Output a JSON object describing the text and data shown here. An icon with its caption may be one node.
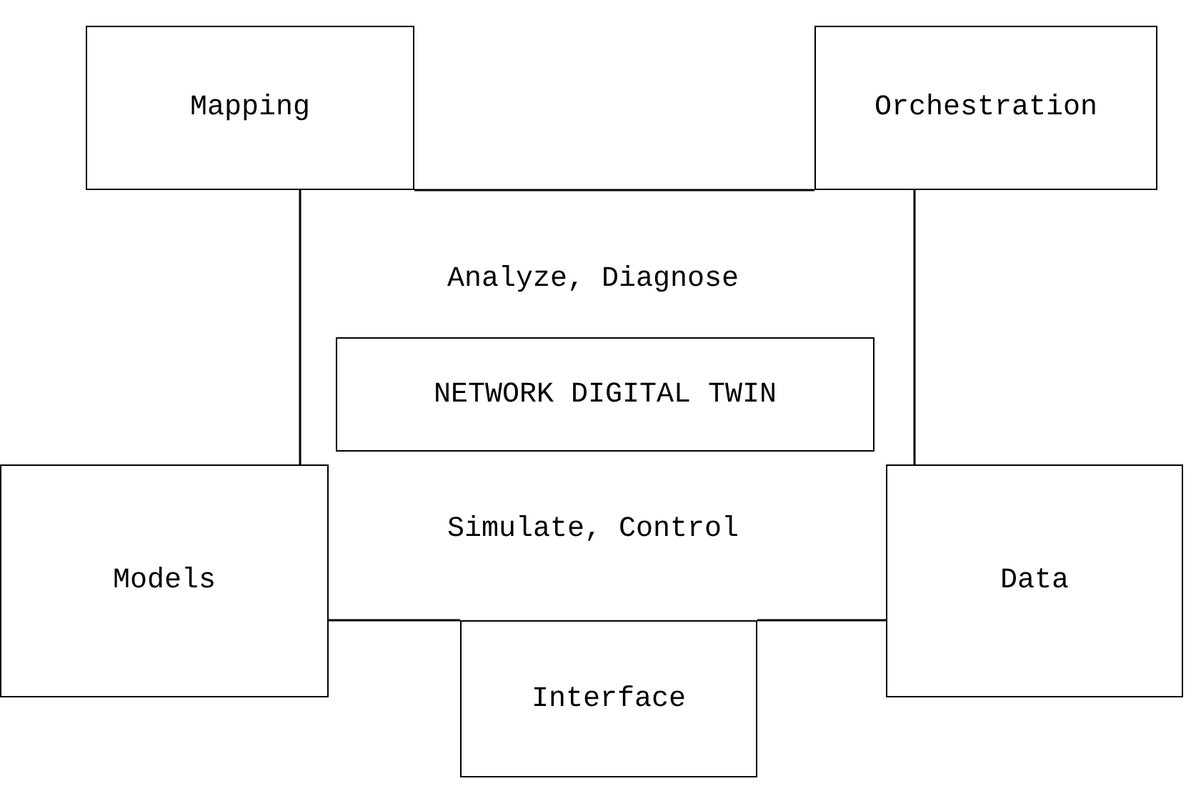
{
  "diagram": {
    "nodes": [
      {
        "text": [
          "Mapping"
        ]
      },
      {
        "text": [
          "Orchestration"
        ]
      },
      {
        "text": [
          "NETWORK DIGITAL TWIN"
        ]
      },
      {
        "text": [
          "Models"
        ]
      },
      {
        "text": [
          "Data"
        ]
      },
      {
        "text": [
          "Interface"
        ]
      }
    ],
    "edges": [
      {
        "from": 0,
        "to": 1,
        "arrow": "none"
      },
      {
        "from": 0,
        "to": 3,
        "arrow": "none"
      },
      {
        "from": 1,
        "to": 4,
        "arrow": "none"
      },
      {
        "from": 3,
        "to": 5,
        "arrow": "none"
      },
      {
        "from": 5,
        "to": 4,
        "arrow": "none"
      }
    ],
    "labels": [
      "Analyze, Diagnose",
      "Simulate, Control"
    ]
  }
}
